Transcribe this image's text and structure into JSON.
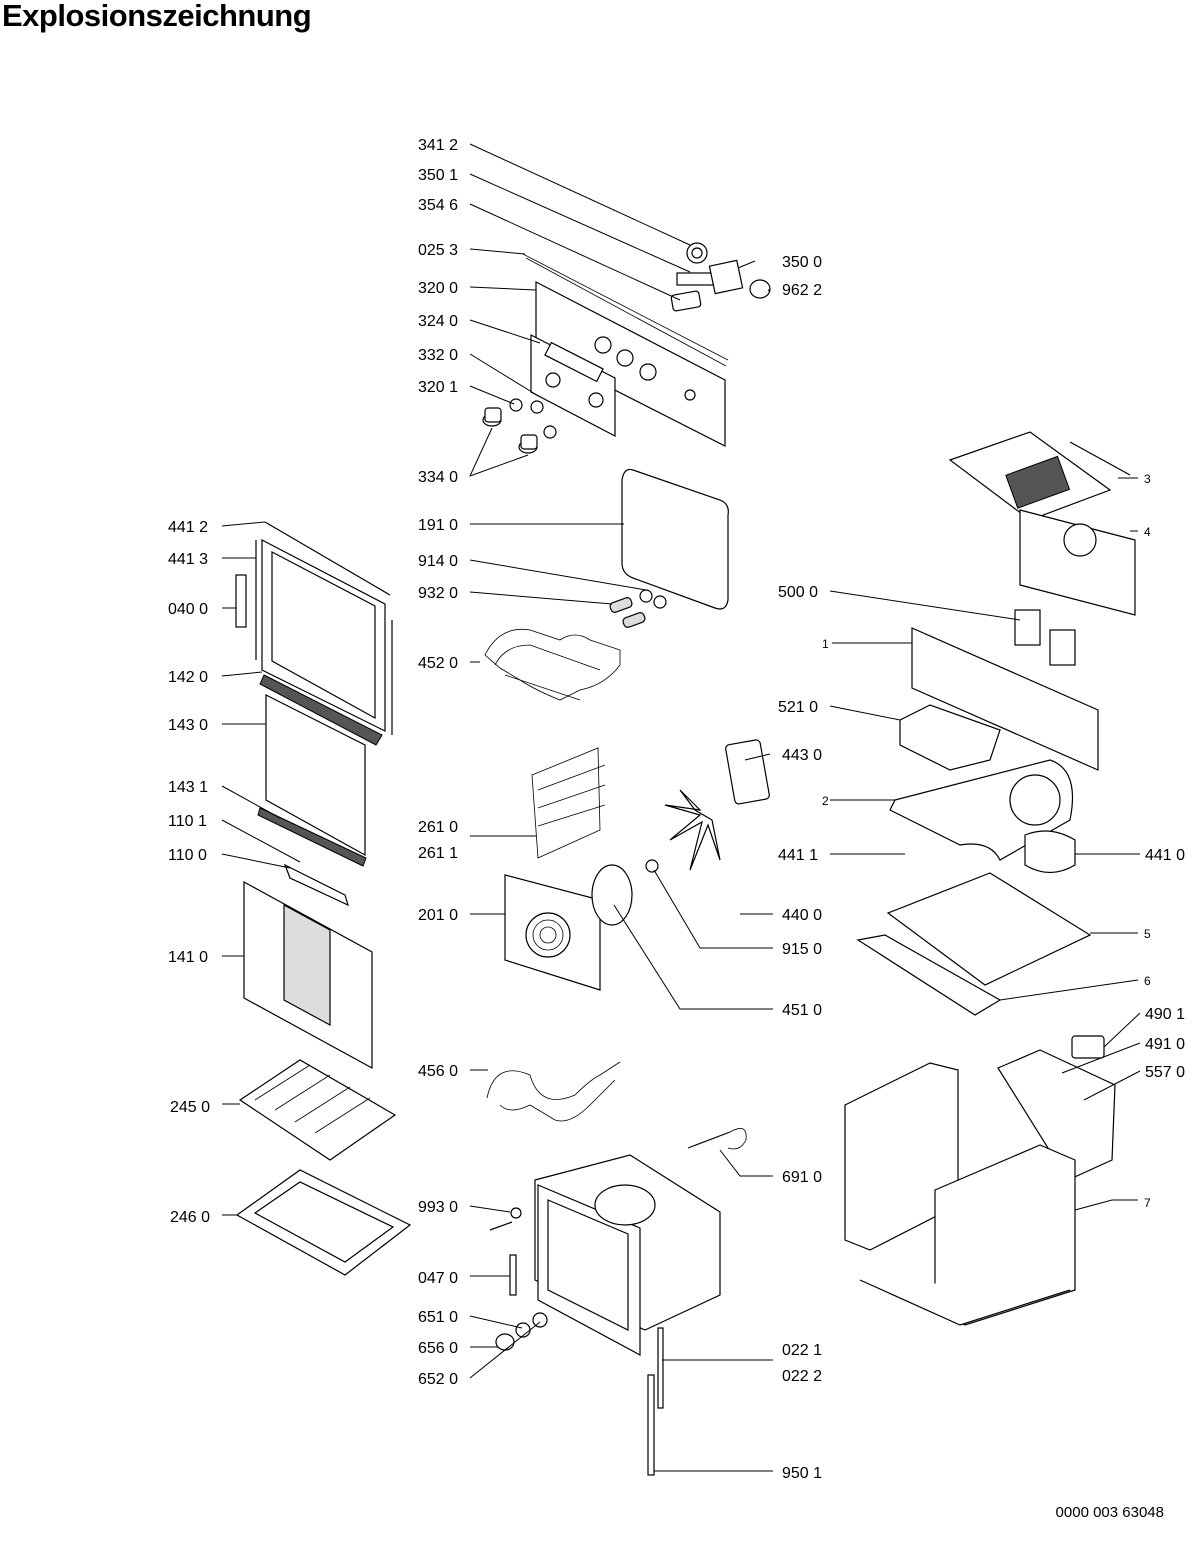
{
  "title": "Explosionszeichnung",
  "doc_number": "0000 003 63048",
  "labels": [
    {
      "text": "341 2"
    },
    {
      "text": "350 1"
    },
    {
      "text": "354 6"
    },
    {
      "text": "025 3"
    },
    {
      "text": "320 0"
    },
    {
      "text": "324 0"
    },
    {
      "text": "332 0"
    },
    {
      "text": "320 1"
    },
    {
      "text": "334 0"
    },
    {
      "text": "350 0"
    },
    {
      "text": "962 2"
    },
    {
      "text": "441 2"
    },
    {
      "text": "441 3"
    },
    {
      "text": "040 0"
    },
    {
      "text": "142 0"
    },
    {
      "text": "143 0"
    },
    {
      "text": "143 1"
    },
    {
      "text": "110 1"
    },
    {
      "text": "110 0"
    },
    {
      "text": "141 0"
    },
    {
      "text": "245 0"
    },
    {
      "text": "246 0"
    },
    {
      "text": "191 0"
    },
    {
      "text": "914 0"
    },
    {
      "text": "932 0"
    },
    {
      "text": "452 0"
    },
    {
      "text": "261 0"
    },
    {
      "text": "261 1"
    },
    {
      "text": "201 0"
    },
    {
      "text": "456 0"
    },
    {
      "text": "993 0"
    },
    {
      "text": "047 0"
    },
    {
      "text": "651 0"
    },
    {
      "text": "656 0"
    },
    {
      "text": "652 0"
    },
    {
      "text": "500 0"
    },
    {
      "text": "521 0"
    },
    {
      "text": "443 0"
    },
    {
      "text": "441 1"
    },
    {
      "text": "441 0"
    },
    {
      "text": "440 0"
    },
    {
      "text": "915 0"
    },
    {
      "text": "451 0"
    },
    {
      "text": "490 1"
    },
    {
      "text": "491 0"
    },
    {
      "text": "557 0"
    },
    {
      "text": "691 0"
    },
    {
      "text": "022 1"
    },
    {
      "text": "022 2"
    },
    {
      "text": "950 1"
    }
  ],
  "small_labels": [
    {
      "text": "3"
    },
    {
      "text": "4"
    },
    {
      "text": "1"
    },
    {
      "text": "2"
    },
    {
      "text": "5"
    },
    {
      "text": "6"
    },
    {
      "text": "7"
    }
  ]
}
